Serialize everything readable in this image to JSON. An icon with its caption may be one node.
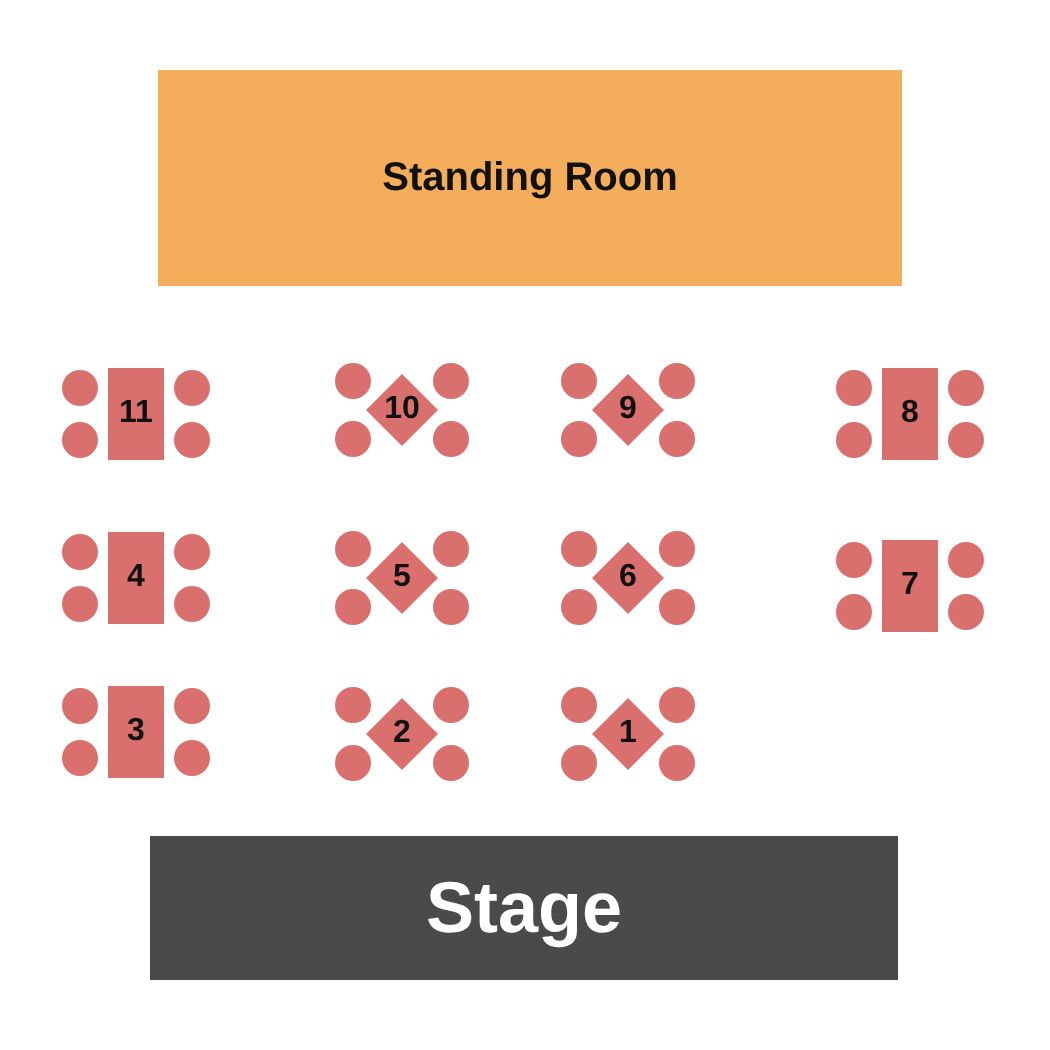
{
  "diagram": {
    "nodes": [
      {
        "text": [
          "Standing Room"
        ]
      },
      {
        "text": [
          "11"
        ]
      },
      {
        "text": [
          "10"
        ]
      },
      {
        "text": [
          "9"
        ]
      },
      {
        "text": [
          "8"
        ]
      },
      {
        "text": [
          "4"
        ]
      },
      {
        "text": [
          "5"
        ]
      },
      {
        "text": [
          "6"
        ]
      },
      {
        "text": [
          "7"
        ]
      },
      {
        "text": [
          "3"
        ]
      },
      {
        "text": [
          "2"
        ]
      },
      {
        "text": [
          "1"
        ]
      },
      {
        "text": [
          "Stage"
        ]
      }
    ],
    "edges": []
  }
}
